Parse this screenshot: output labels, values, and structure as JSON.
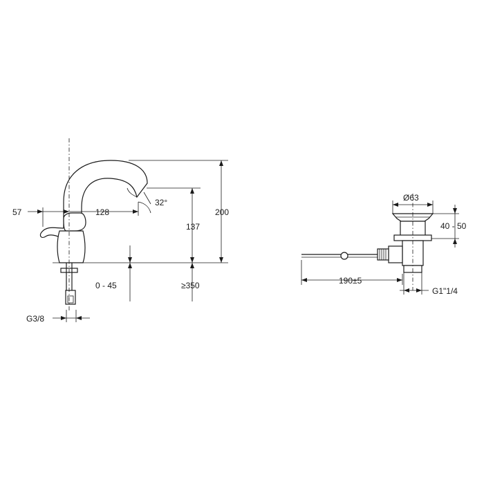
{
  "tap_view": {
    "dimensions": {
      "spout_offset": "57",
      "reach": "128",
      "angle": "32°",
      "spout_height": "137",
      "total_height": "200",
      "deck_thickness": "0 - 45",
      "hose_length": "≥350",
      "inlet_thread": "G3/8"
    }
  },
  "waste_view": {
    "dimensions": {
      "flange_diameter": "Ø63",
      "height_range": "40 - 50",
      "rod_length": "190±5",
      "outlet_thread": "G1\"1/4"
    }
  }
}
